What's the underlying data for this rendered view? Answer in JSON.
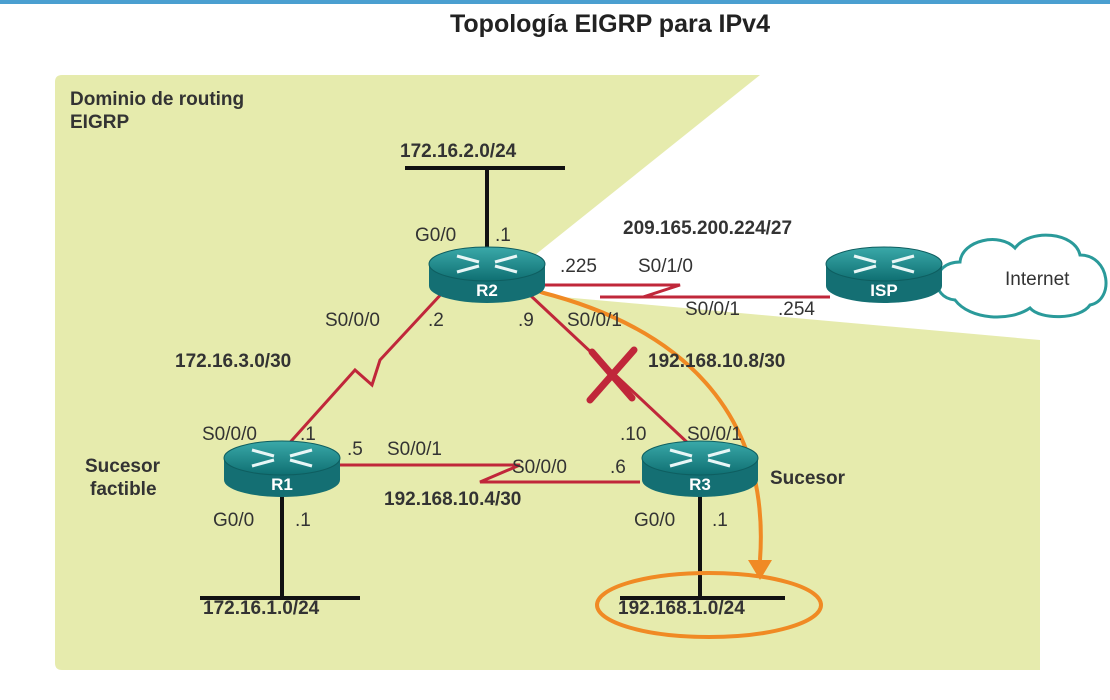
{
  "title": "Topología EIGRP para IPv4",
  "domain_label": [
    "Dominio de routing",
    "EIGRP"
  ],
  "routers": {
    "r1": "R1",
    "r2": "R2",
    "r3": "R3",
    "isp": "ISP"
  },
  "cloud": "Internet",
  "networks": {
    "lan_r2": "172.16.2.0/24",
    "lan_r1": "172.16.1.0/24",
    "lan_r3": "192.168.1.0/24",
    "r1_r2": "172.16.3.0/30",
    "r1_r3": "192.168.10.4/30",
    "r2_r3": "192.168.10.8/30",
    "r2_isp": "209.165.200.224/27"
  },
  "interfaces": {
    "r2_g00": "G0/0",
    "r2_g00_ip": ".1",
    "r2_s010_ip": ".225",
    "r2_s010": "S0/1/0",
    "isp_s001": "S0/0/1",
    "isp_ip": ".254",
    "r2_s000": "S0/0/0",
    "r2_s000_ip": ".2",
    "r2_s001_ip": ".9",
    "r2_s001": "S0/0/1",
    "r1_s000": "S0/0/0",
    "r1_s000_ip": ".1",
    "r1_s001_ip": ".5",
    "r1_s001": "S0/0/1",
    "r3_s000": "S0/0/0",
    "r3_s000_ip": ".6",
    "r3_s001_ip": ".10",
    "r3_s001": "S0/0/1",
    "r1_g00": "G0/0",
    "r1_g00_ip": ".1",
    "r3_g00": "G0/0",
    "r3_g00_ip": ".1"
  },
  "roles": {
    "successor": "Sucesor",
    "feasible_successor": [
      "Sucesor",
      "factible"
    ]
  },
  "colors": {
    "domain": "#e6ebad",
    "serial": "#c0273a",
    "path": "#f08a24",
    "router": "#1f8c8c"
  }
}
